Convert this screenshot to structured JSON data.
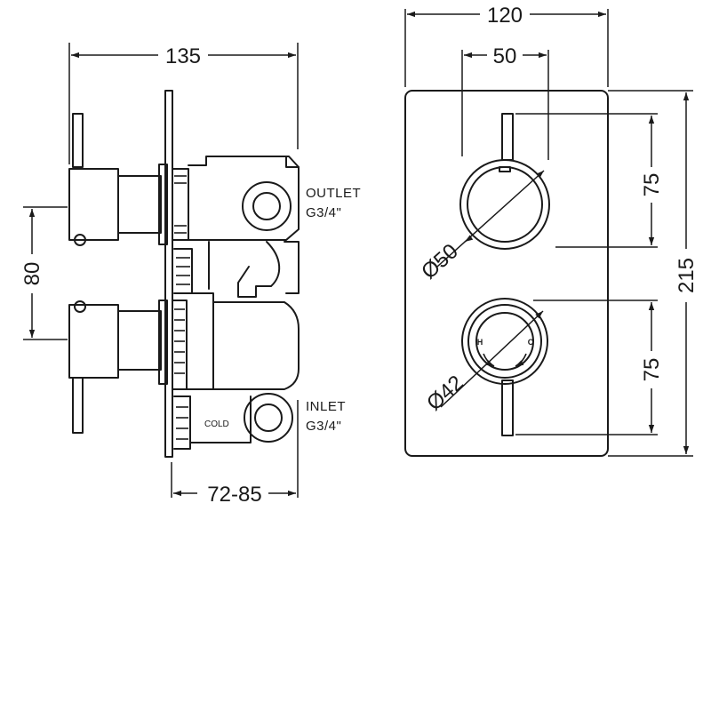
{
  "side_view": {
    "width_dim": "135",
    "height_dim": "80",
    "depth_dim": "72-85",
    "outlet_label": "OUTLET",
    "outlet_thread": "G3/4\"",
    "inlet_label": "INLET",
    "inlet_thread": "G3/4\"",
    "cold_label": "COLD"
  },
  "front_view": {
    "plate_width_dim": "120",
    "handle_spacing_dim": "50",
    "plate_height_dim": "215",
    "upper_handle_dim": "75",
    "lower_handle_dim": "75",
    "upper_knob_diameter": "Ø50",
    "lower_knob_diameter": "Ø42",
    "hot_mark": "H",
    "cold_mark": "C"
  }
}
